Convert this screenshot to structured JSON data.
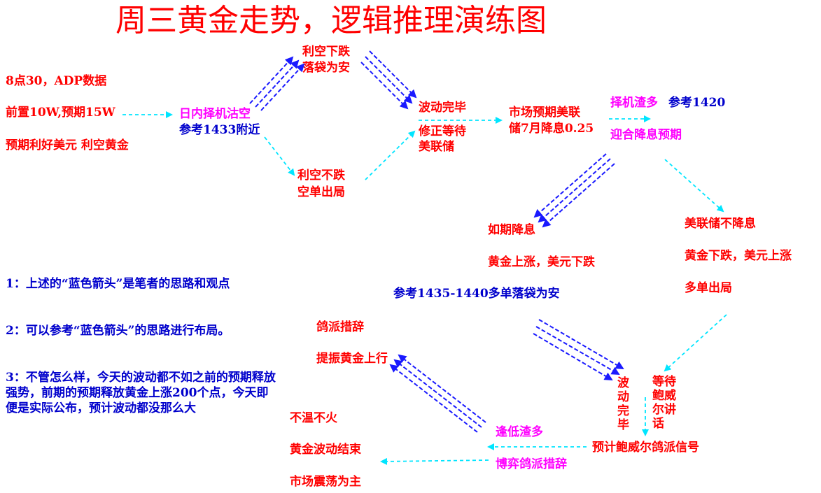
{
  "title": "周三黄金走势，逻辑推理演练图",
  "colors": {
    "red": "#ff0000",
    "blue": "#0000cc",
    "magenta": "#ff00ff",
    "cyan": "#00e5ff",
    "dark_blue": "#1a1aff"
  },
  "left_info": {
    "line1": "8点30，ADP数据",
    "line2": "前置10W,预期15W",
    "line3": "预期利好美元 利空黄金"
  },
  "start": {
    "line1": "日内择机沽空",
    "line2": "参考1433附近"
  },
  "top_branch": {
    "line1": "利空下跌",
    "line2": "落袋为安"
  },
  "bottom_branch": {
    "line1": "利空不跌",
    "line2": "空单出局"
  },
  "fluct_done": {
    "line1": "波动完毕",
    "line2": "修正等待",
    "line3": "美联储"
  },
  "market_expect": {
    "line1": "市场预期美联",
    "line2": "储7月降息0.25"
  },
  "choose_long": {
    "line1a": "择机渣多",
    "line1b": "参考1420",
    "line2": "迎合降息预期"
  },
  "rate_cut": {
    "line1": "如期降息",
    "line2": "黄金上涨，美元下跌",
    "line3": "参考1435-1440多单落袋为安"
  },
  "no_cut": {
    "line1": "美联储不降息",
    "line2": "黄金下跌，美元上涨",
    "line3": "多单出局"
  },
  "notes": {
    "n1": "1：上述的“蓝色箭头”是笔者的思路和观点",
    "n2": "2：可以参考“蓝色箭头”的思路进行布局。",
    "n3": "3：不管怎么样，今天的波动都不如之前的预期释放强势，前期的预期释放黄金上涨200个点，今天即便是实际公布，预计波动都没那么大"
  },
  "hawk_left": {
    "line1": "鸽派措辞",
    "line2": "提振黄金上行"
  },
  "fluct_vertical": "波动完毕",
  "wait_powell": "等待鲍威尔讲话",
  "powell_signal": "预计鲍威尔鸽派信号",
  "dip_buy": "逢低渣多",
  "game_words": "博弈鸽派措辞",
  "mild": {
    "line1": "不温不火",
    "line2": "黄金波动结束",
    "line3": "市场震荡为主"
  }
}
